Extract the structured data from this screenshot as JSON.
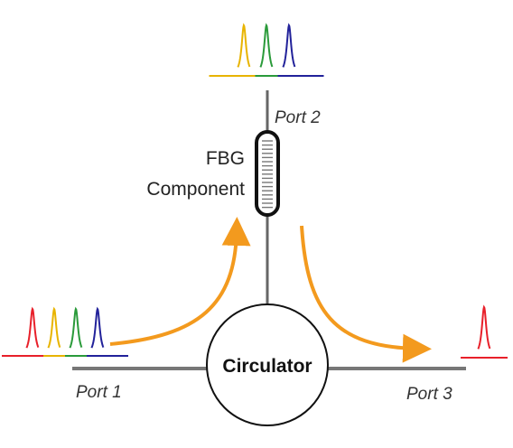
{
  "labels": {
    "port1": "Port 1",
    "port2": "Port 2",
    "port3": "Port 3",
    "fbg_line1": "FBG",
    "fbg_line2": "Component",
    "circulator": "Circulator"
  },
  "spectra": {
    "input_port1": [
      "#e8202a",
      "#e8b400",
      "#2a9a3a",
      "#22229a"
    ],
    "reflected_port2": [
      "#e8b400",
      "#2a9a3a",
      "#22229a"
    ],
    "transmitted_port3": [
      "#e8202a"
    ]
  },
  "colors": {
    "arrow": "#f39a1e",
    "fiber": "#777777",
    "outline": "#111111"
  }
}
